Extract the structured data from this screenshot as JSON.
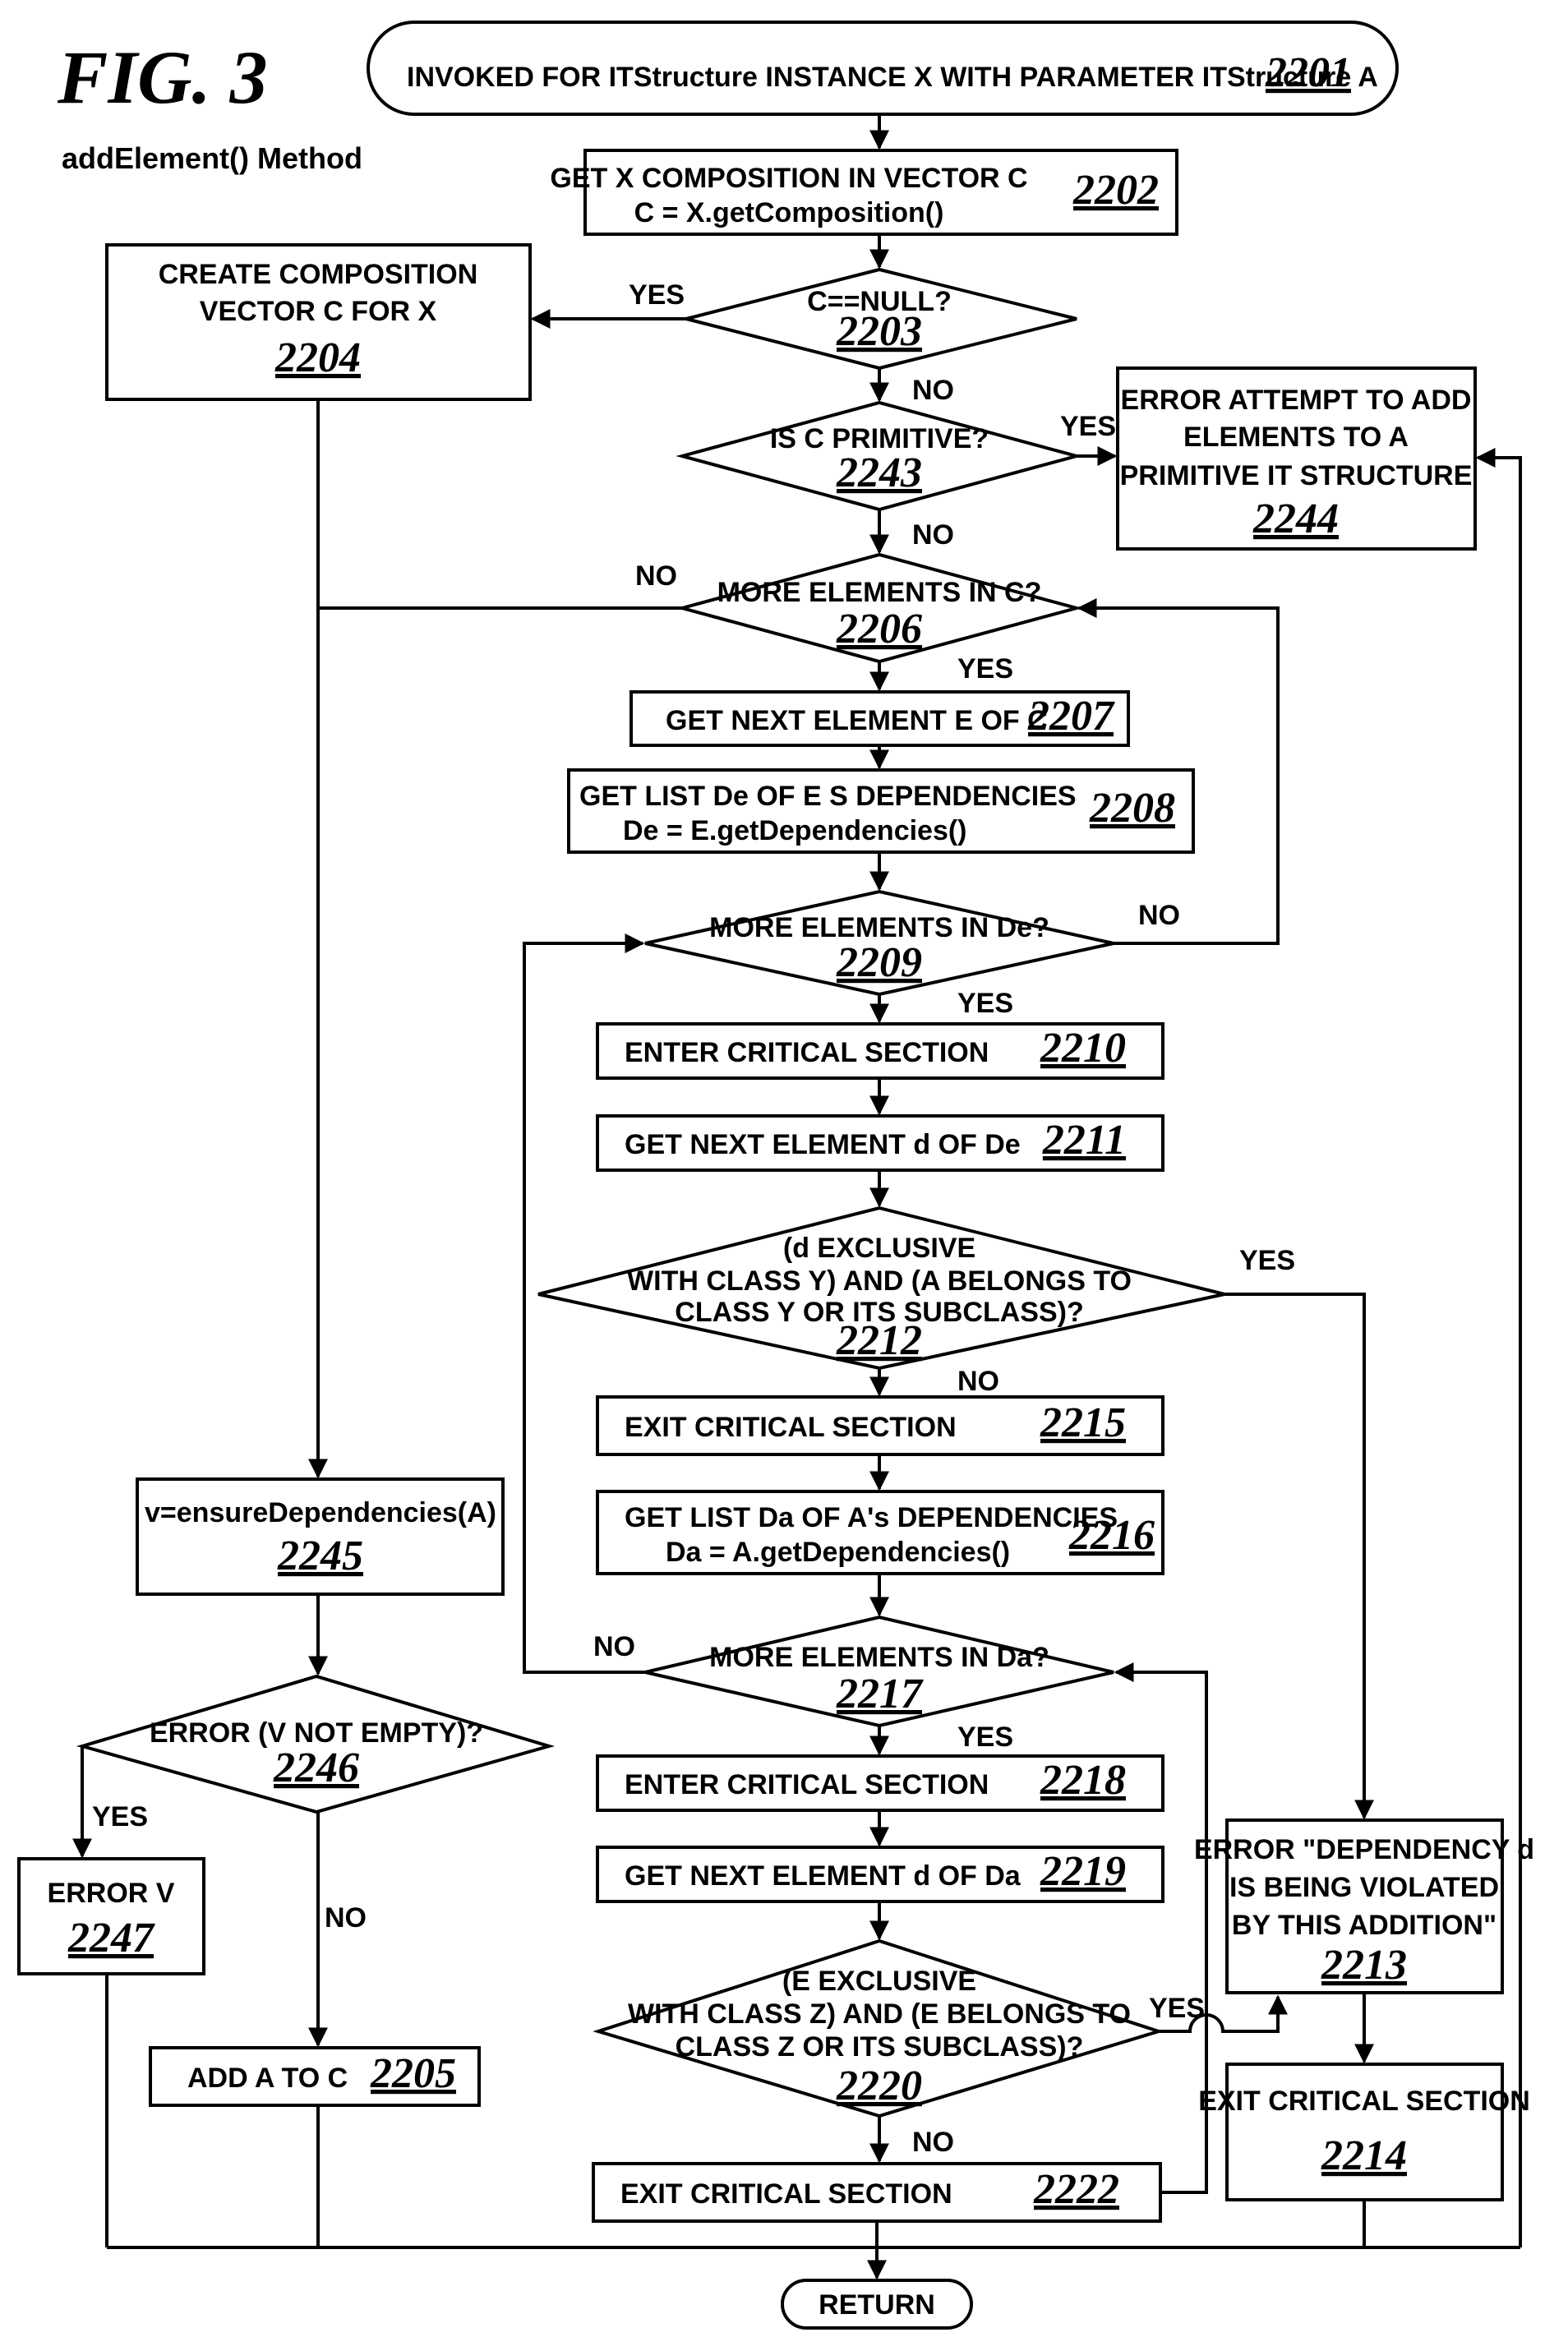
{
  "figure": {
    "title": "FIG. 3",
    "subtitle": "addElement() Method"
  },
  "nodes": {
    "n2201": {
      "lines": [
        "INVOKED FOR ITStructure INSTANCE X WITH PARAMETER ITStructure A"
      ],
      "num": "2201"
    },
    "n2202": {
      "lines": [
        "GET X COMPOSITION IN VECTOR C",
        "C = X.getComposition()"
      ],
      "num": "2202"
    },
    "n2203": {
      "lines": [
        "C==NULL?"
      ],
      "num": "2203"
    },
    "n2204": {
      "lines": [
        "CREATE COMPOSITION",
        "VECTOR C FOR X"
      ],
      "num": "2204"
    },
    "n2243": {
      "lines": [
        "IS C PRIMITIVE?"
      ],
      "num": "2243"
    },
    "n2244": {
      "lines": [
        "ERROR  ATTEMPT TO ADD",
        "ELEMENTS TO A",
        "PRIMITIVE IT STRUCTURE"
      ],
      "num": "2244"
    },
    "n2206": {
      "lines": [
        "MORE ELEMENTS IN C?"
      ],
      "num": "2206"
    },
    "n2207": {
      "lines": [
        "GET NEXT ELEMENT E OF C"
      ],
      "num": "2207"
    },
    "n2208": {
      "lines": [
        "GET LIST De OF E S DEPENDENCIES",
        "De = E.getDependencies()"
      ],
      "num": "2208"
    },
    "n2209": {
      "lines": [
        "MORE ELEMENTS IN De?"
      ],
      "num": "2209"
    },
    "n2210": {
      "lines": [
        "ENTER CRITICAL SECTION"
      ],
      "num": "2210"
    },
    "n2211": {
      "lines": [
        "GET NEXT ELEMENT d OF De"
      ],
      "num": "2211"
    },
    "n2212": {
      "lines": [
        "(d EXCLUSIVE",
        "WITH CLASS Y) AND (A BELONGS TO",
        "CLASS Y OR ITS SUBCLASS)?"
      ],
      "num": "2212"
    },
    "n2213": {
      "lines": [
        "ERROR \"DEPENDENCY d",
        "IS BEING VIOLATED",
        "BY THIS ADDITION\""
      ],
      "num": "2213"
    },
    "n2214": {
      "lines": [
        "EXIT CRITICAL SECTION"
      ],
      "num": "2214"
    },
    "n2215": {
      "lines": [
        "EXIT CRITICAL SECTION"
      ],
      "num": "2215"
    },
    "n2216": {
      "lines": [
        "GET LIST Da OF A's DEPENDENCIES",
        "Da = A.getDependencies()"
      ],
      "num": "2216"
    },
    "n2217": {
      "lines": [
        "MORE ELEMENTS IN Da?"
      ],
      "num": "2217"
    },
    "n2218": {
      "lines": [
        "ENTER CRITICAL SECTION"
      ],
      "num": "2218"
    },
    "n2219": {
      "lines": [
        "GET NEXT ELEMENT d OF Da"
      ],
      "num": "2219"
    },
    "n2220": {
      "lines": [
        "(E EXCLUSIVE",
        "WITH CLASS Z) AND (E BELONGS TO",
        "CLASS Z OR ITS SUBCLASS)?"
      ],
      "num": "2220"
    },
    "n2222": {
      "lines": [
        "EXIT CRITICAL SECTION"
      ],
      "num": "2222"
    },
    "n2245": {
      "lines": [
        "v=ensureDependencies(A)"
      ],
      "num": "2245"
    },
    "n2246": {
      "lines": [
        "ERROR (V NOT EMPTY)?"
      ],
      "num": "2246"
    },
    "n2247": {
      "lines": [
        "ERROR V"
      ],
      "num": "2247"
    },
    "n2205": {
      "lines": [
        "ADD A TO C"
      ],
      "num": "2205"
    },
    "return": {
      "lines": [
        "RETURN"
      ]
    }
  },
  "labels": {
    "yes": "YES",
    "no": "NO"
  }
}
